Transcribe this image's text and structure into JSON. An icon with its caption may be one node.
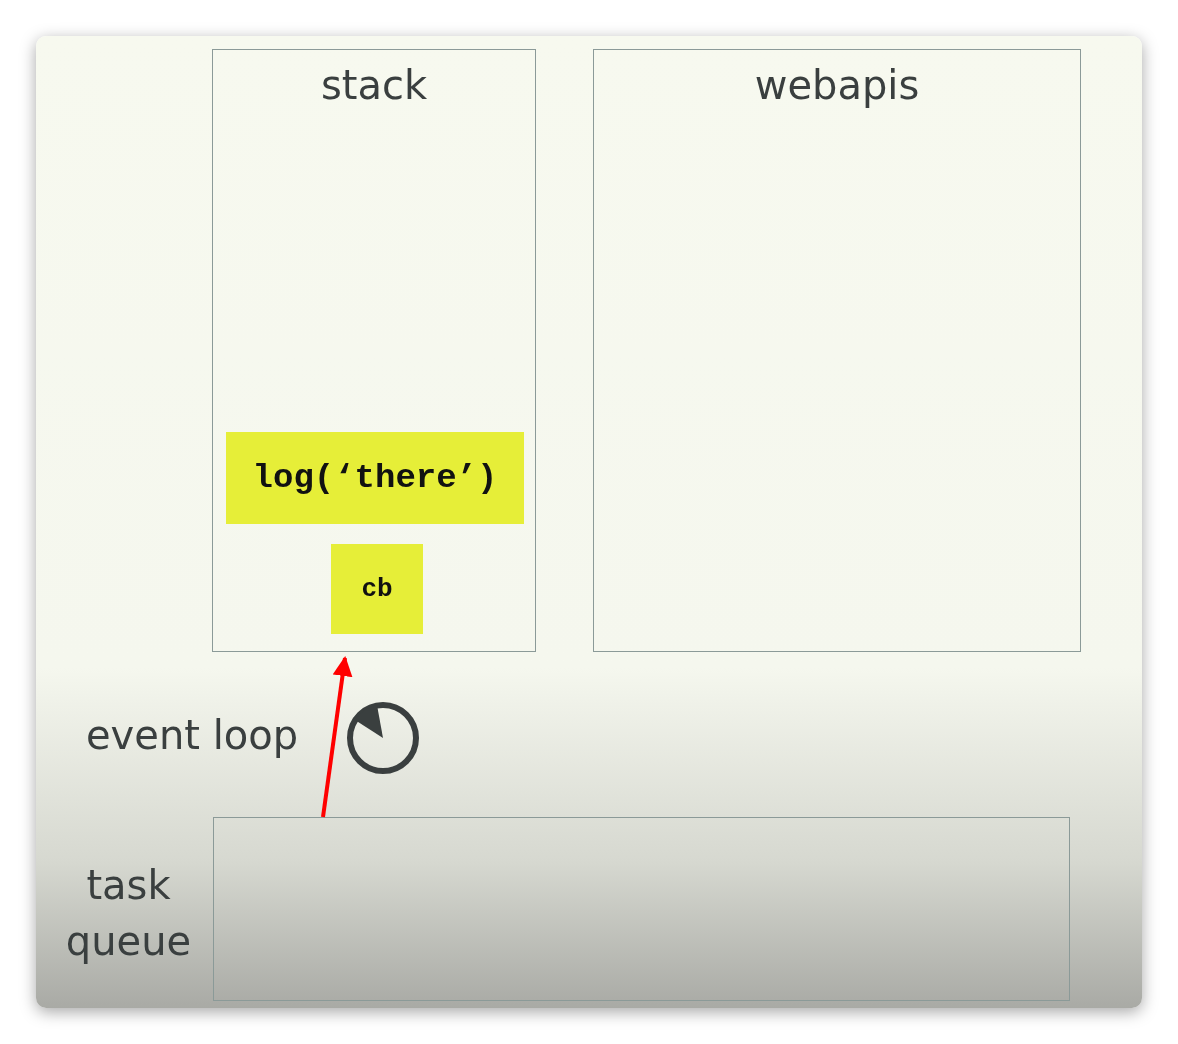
{
  "diagram": {
    "nodes": [
      {
        "text": [
          "stack"
        ]
      },
      {
        "text": [
          "log(‘there’)"
        ],
        "in": 0
      },
      {
        "text": [
          "cb"
        ],
        "in": 0
      },
      {
        "text": [
          "webapis"
        ]
      },
      {
        "text": [
          "task queue"
        ]
      }
    ],
    "edges": [
      {
        "from": 4,
        "to": 0,
        "arrow": "to",
        "color": "#ff0000"
      }
    ],
    "labels": [
      "event loop"
    ]
  }
}
